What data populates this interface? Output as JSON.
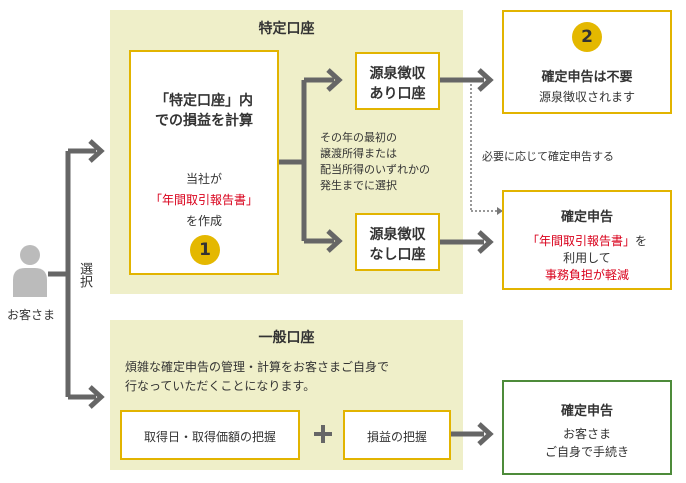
{
  "customer": {
    "label": "お客さま",
    "select_label": "選択"
  },
  "tokutei": {
    "title": "特定口座",
    "main_box": {
      "line1": "「特定口座」内",
      "line2": "での損益を計算",
      "line3": "当社が",
      "line4": "「年間取引報告書」",
      "line5": "を作成",
      "badge": "1"
    },
    "ari_box": {
      "line1": "源泉徴収",
      "line2": "あり口座"
    },
    "nashi_box": {
      "line1": "源泉徴収",
      "line2": "なし口座"
    },
    "note": [
      "その年の最初の",
      "譲渡所得または",
      "配当所得のいずれかの",
      "発生までに選択"
    ]
  },
  "result_ari": {
    "badge": "2",
    "title": "確定申告は不要",
    "sub": "源泉徴収されます"
  },
  "optional_note": "必要に応じて確定申告する",
  "result_nashi": {
    "title": "確定申告",
    "line1_red": "「年間取引報告書」",
    "line1_rest": "を",
    "line2": "利用して",
    "line3": "事務負担が軽減"
  },
  "ippan": {
    "title": "一般口座",
    "desc1": "煩雑な確定申告の管理・計算をお客さまご自身で",
    "desc2": "行なっていただくことになります。",
    "box1": "取得日・取得価額の把握",
    "plus": "+",
    "box2": "損益の把握"
  },
  "result_ippan": {
    "title": "確定申告",
    "line1": "お客さま",
    "line2": "ご自身で手続き"
  },
  "colors": {
    "panel": "#efefc9",
    "yellow_border": "#e2b400",
    "green_border": "#4d8b3a",
    "arrow": "#666666",
    "red": "#d9001b"
  }
}
